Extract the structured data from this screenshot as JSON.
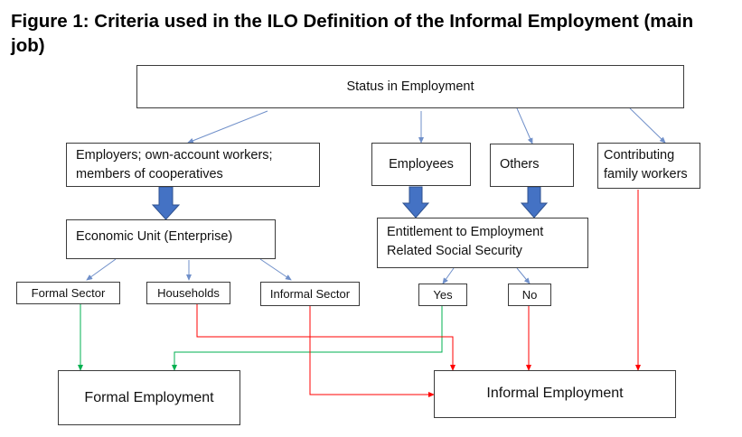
{
  "title": "Figure 1: Criteria used in the ILO Definition of the Informal Employment (main job)",
  "colors": {
    "box_border": "#3b3b3b",
    "connector_blue": "#6f8fc9",
    "block_arrow_fill": "#4472c4",
    "block_arrow_stroke": "#2f528f",
    "formal_path": "#00b050",
    "informal_path": "#ff0000"
  },
  "nodes": {
    "status": "Status in Employment",
    "employers": "Employers; own-account workers; members of cooperatives",
    "employees": "Employees",
    "others": "Others",
    "contributing": "Contributing family workers",
    "economic_unit": "Economic Unit (Enterprise)",
    "entitlement": "Entitlement to Employment Related Social Security",
    "formal_sector": "Formal Sector",
    "households": "Households",
    "informal_sector": "Informal Sector",
    "yes": "Yes",
    "no": "No",
    "formal_employment": "Formal Employment",
    "informal_employment": "Informal Employment"
  }
}
